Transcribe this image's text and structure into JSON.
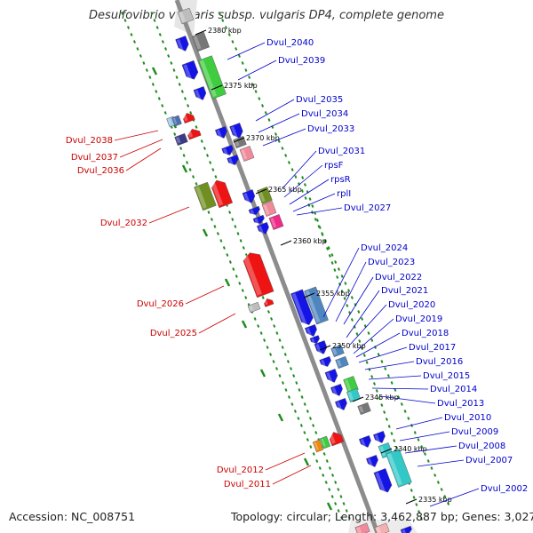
{
  "title": "Desulfovibrio vulgaris subsp. vulgaris DP4, complete genome",
  "footer": {
    "accession": "Accession: NC_008751",
    "info": "Topology: circular; Length: 3,462,887 bp; Genes: 3,027"
  },
  "colors": {
    "backbone": "#8c8c8c",
    "dots": "#1e8c1e",
    "right_label": "#0000cc",
    "left_label": "#cc0000"
  },
  "ticks": [
    "2380 kbp",
    "2375 kbp",
    "2370 kbp",
    "2365 kbp",
    "2360 kbp",
    "2355 kbp",
    "2350 kbp",
    "2345 kbp",
    "2340 kbp",
    "2335 kbp"
  ],
  "right_labels": [
    "Dvul_2040",
    "Dvul_2039",
    "Dvul_2035",
    "Dvul_2034",
    "Dvul_2033",
    "Dvul_2031",
    "rpsF",
    "rpsR",
    "rplI",
    "Dvul_2027",
    "Dvul_2024",
    "Dvul_2023",
    "Dvul_2022",
    "Dvul_2021",
    "Dvul_2020",
    "Dvul_2019",
    "Dvul_2018",
    "Dvul_2017",
    "Dvul_2016",
    "Dvul_2015",
    "Dvul_2014",
    "Dvul_2013",
    "Dvul_2010",
    "Dvul_2009",
    "Dvul_2008",
    "Dvul_2007",
    "Dvul_2002"
  ],
  "left_labels": [
    "Dvul_2038",
    "Dvul_2037",
    "Dvul_2036",
    "Dvul_2032",
    "Dvul_2026",
    "Dvul_2025",
    "Dvul_2012",
    "Dvul_2011"
  ]
}
